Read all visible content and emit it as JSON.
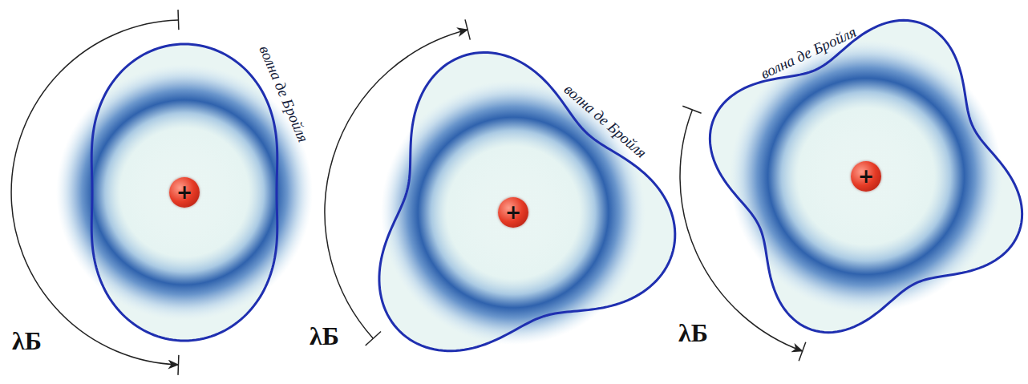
{
  "diagram": {
    "nodes": [
      {
        "text": [
          "+"
        ]
      },
      {
        "text": [
          "+"
        ]
      },
      {
        "text": [
          "+"
        ]
      }
    ],
    "labels": [
      "волна де Бройля",
      "λБ",
      "волна де Бройля",
      "λБ",
      "волна де Бройля",
      "λБ"
    ]
  }
}
